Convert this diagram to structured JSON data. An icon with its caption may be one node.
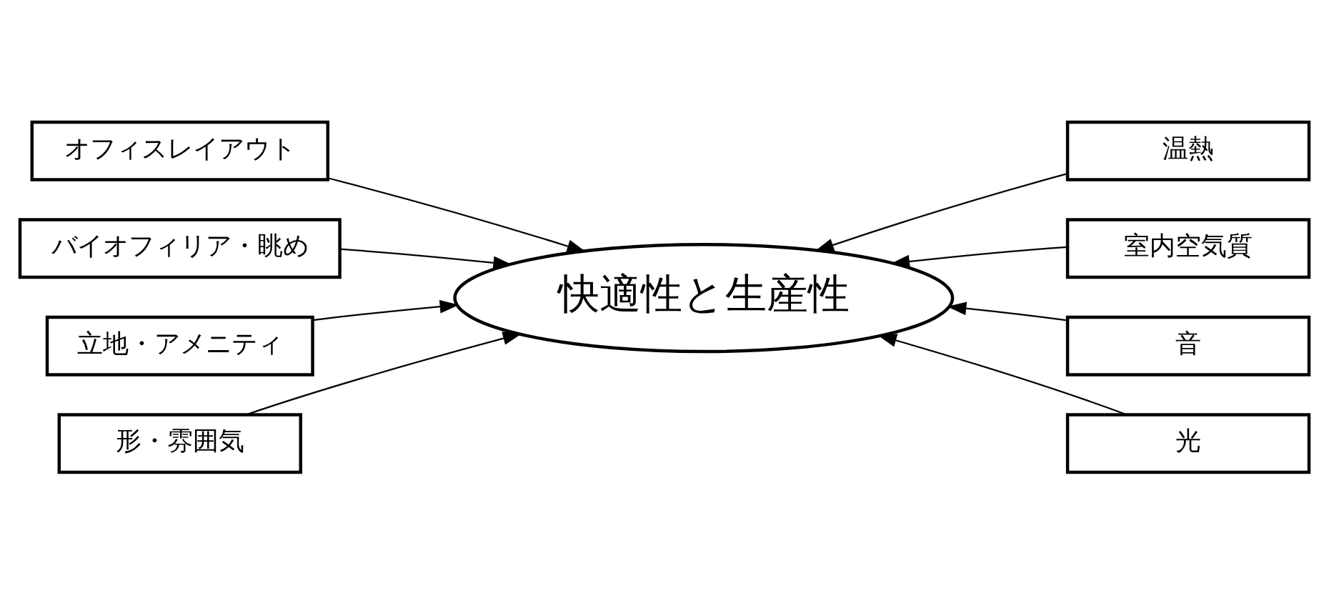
{
  "diagram": {
    "nodes": [
      {
        "text": [
          "オフィスレイアウト"
        ]
      },
      {
        "text": [
          "温熱"
        ]
      },
      {
        "text": [
          "バイオフィリア・眺め"
        ]
      },
      {
        "text": [
          "室内空気質"
        ]
      },
      {
        "text": [
          "快適性と生産性"
        ]
      },
      {
        "text": [
          "立地・アメニティ"
        ]
      },
      {
        "text": [
          "音"
        ]
      },
      {
        "text": [
          "形・雰囲気"
        ]
      },
      {
        "text": [
          "光"
        ]
      }
    ],
    "edges": [
      {
        "from": 0,
        "to": 4,
        "arrow": "to"
      },
      {
        "from": 2,
        "to": 4,
        "arrow": "to"
      },
      {
        "from": 5,
        "to": 4,
        "arrow": "to"
      },
      {
        "from": 7,
        "to": 4,
        "arrow": "to"
      },
      {
        "from": 1,
        "to": 4,
        "arrow": "to"
      },
      {
        "from": 3,
        "to": 4,
        "arrow": "to"
      },
      {
        "from": 6,
        "to": 4,
        "arrow": "to"
      },
      {
        "from": 8,
        "to": 4,
        "arrow": "to"
      }
    ]
  }
}
